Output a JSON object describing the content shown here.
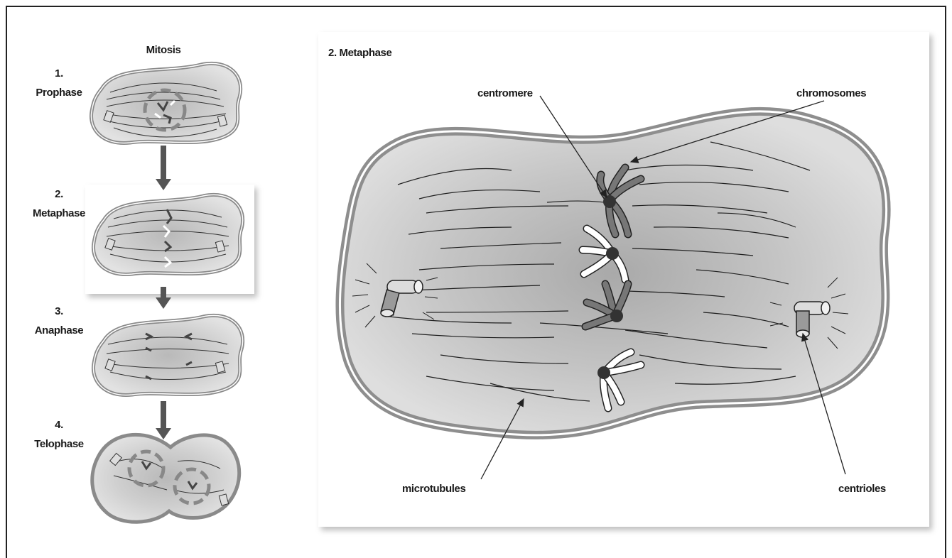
{
  "left_panel": {
    "title": "Mitosis",
    "stages": [
      {
        "number": "1.",
        "name": "Prophase"
      },
      {
        "number": "2.",
        "name": "Metaphase"
      },
      {
        "number": "3.",
        "name": "Anaphase"
      },
      {
        "number": "4.",
        "name": "Telophase"
      }
    ]
  },
  "right_panel": {
    "title": "2. Metaphase",
    "labels": {
      "centromere": "centromere",
      "chromosomes": "chromosomes",
      "microtubules": "microtubules",
      "centrioles": "centrioles"
    }
  }
}
